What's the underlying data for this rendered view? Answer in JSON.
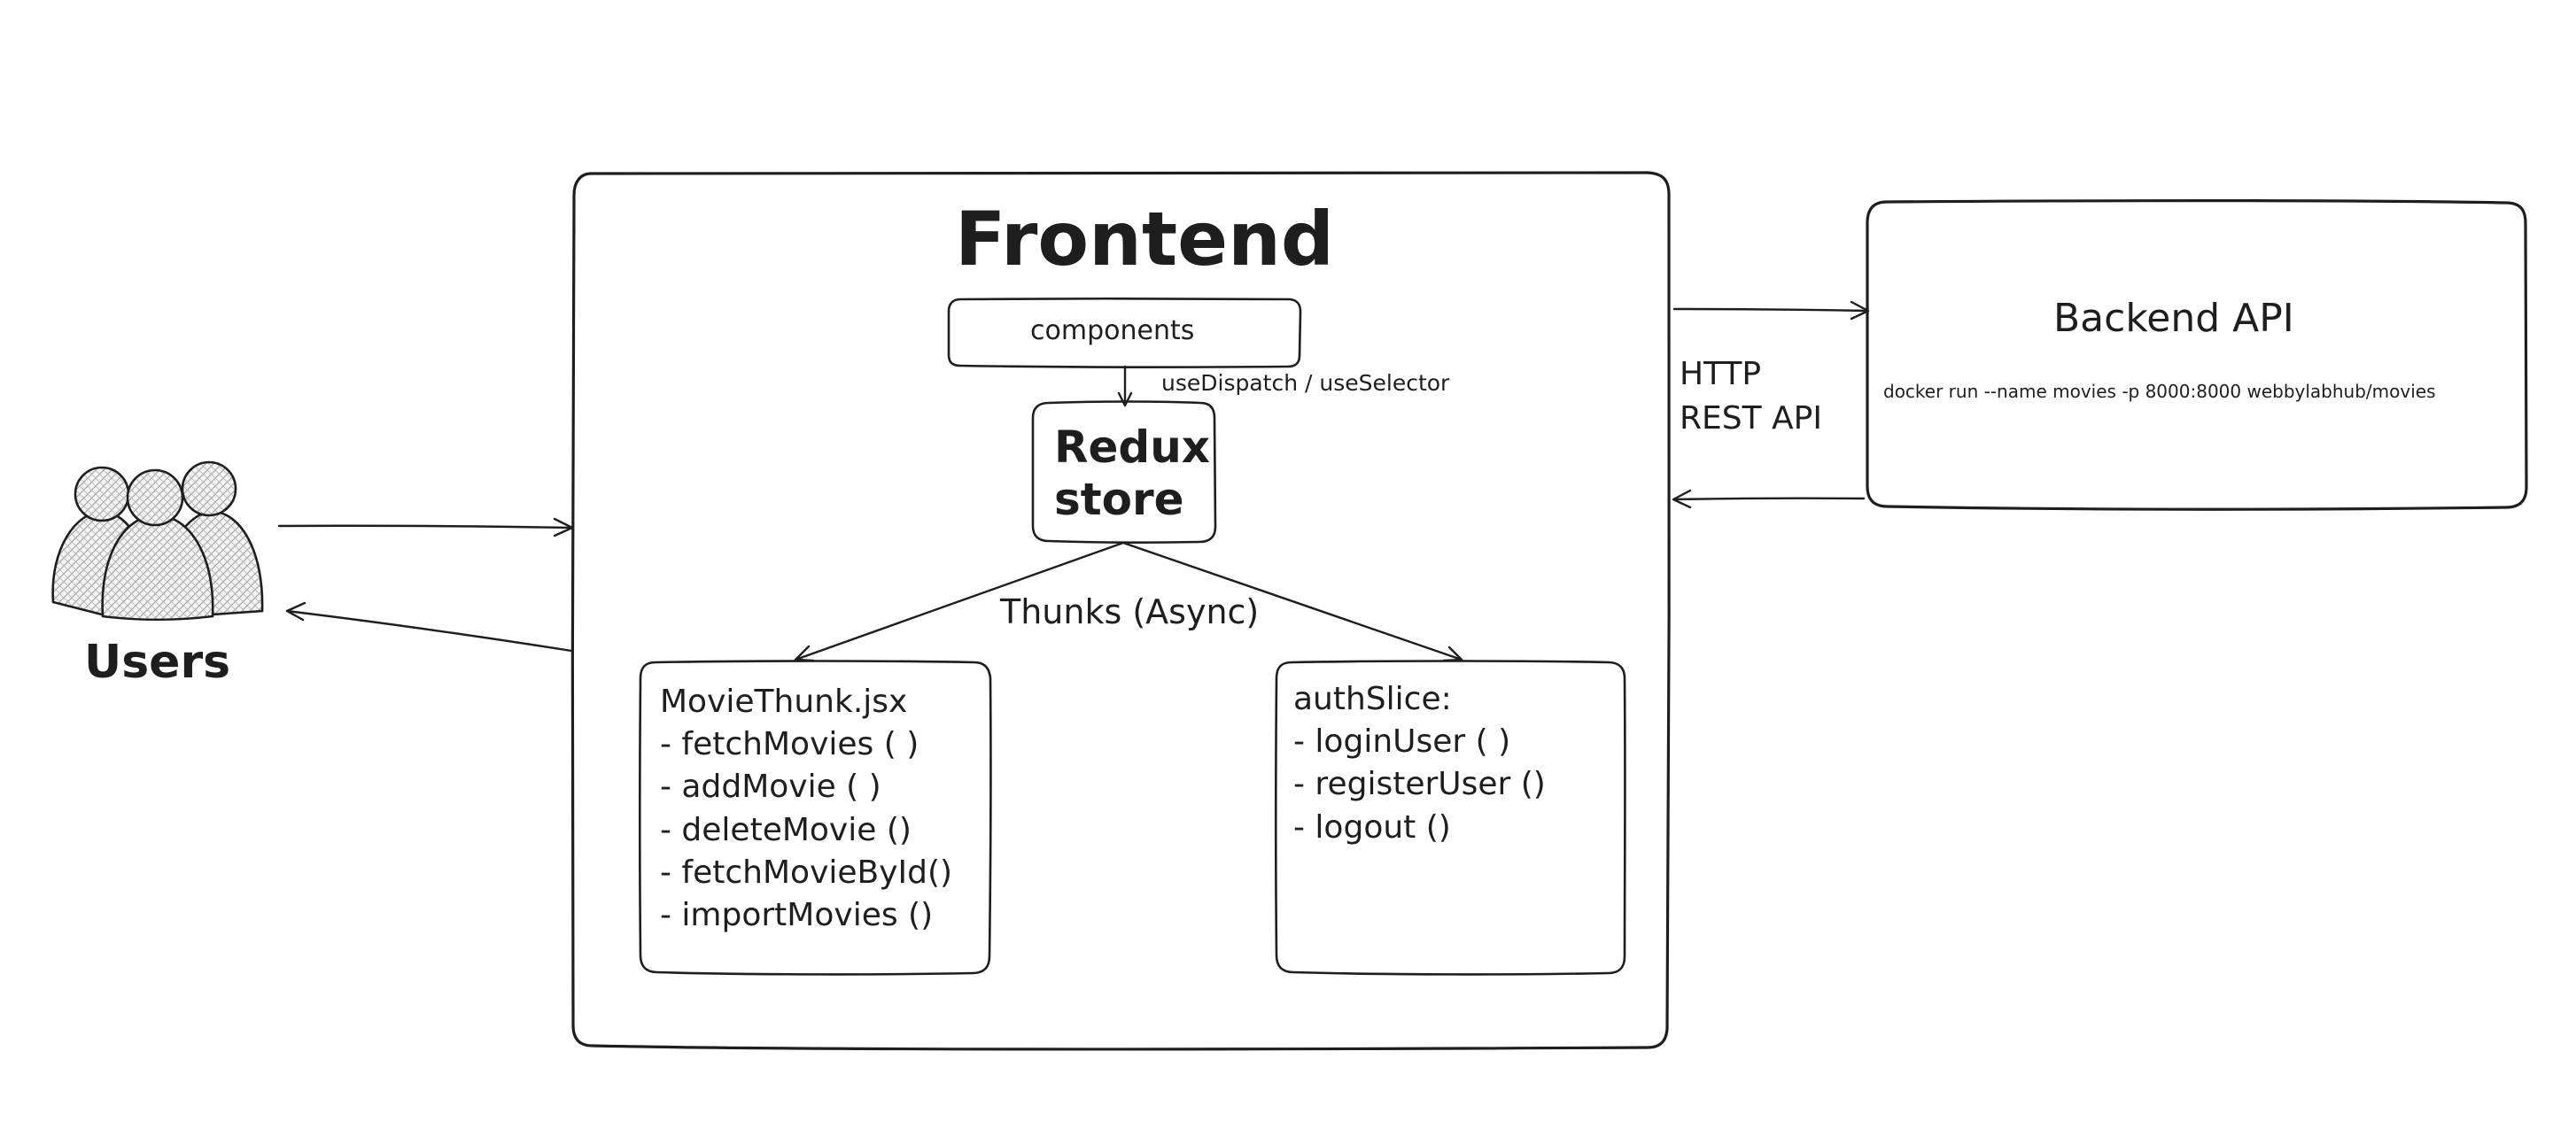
{
  "users": {
    "label": "Users"
  },
  "frontend": {
    "title": "Frontend",
    "components_label": "components",
    "dispatch_label": "useDispatch / useSelector",
    "store_label": "Redux\nstore",
    "thunks_label": "Thunks (Async)",
    "movie_thunk": {
      "title": "MovieThunk.jsx",
      "items": [
        "- fetchMovies ( )",
        "- addMovie ( )",
        "- deleteMovie ()",
        "- fetchMovieById()",
        "- importMovies ()"
      ]
    },
    "auth_slice": {
      "title": "authSlice:",
      "items": [
        "- loginUser ( )",
        "- registerUser ()",
        "- logout ()"
      ]
    }
  },
  "connection": {
    "protocol_label": "HTTP\nREST API"
  },
  "backend": {
    "title": "Backend API",
    "command": "docker run --name movies -p 8000:8000 webbylabhub/movies"
  },
  "colors": {
    "stroke": "#1e1e1e",
    "background": "#ffffff"
  }
}
